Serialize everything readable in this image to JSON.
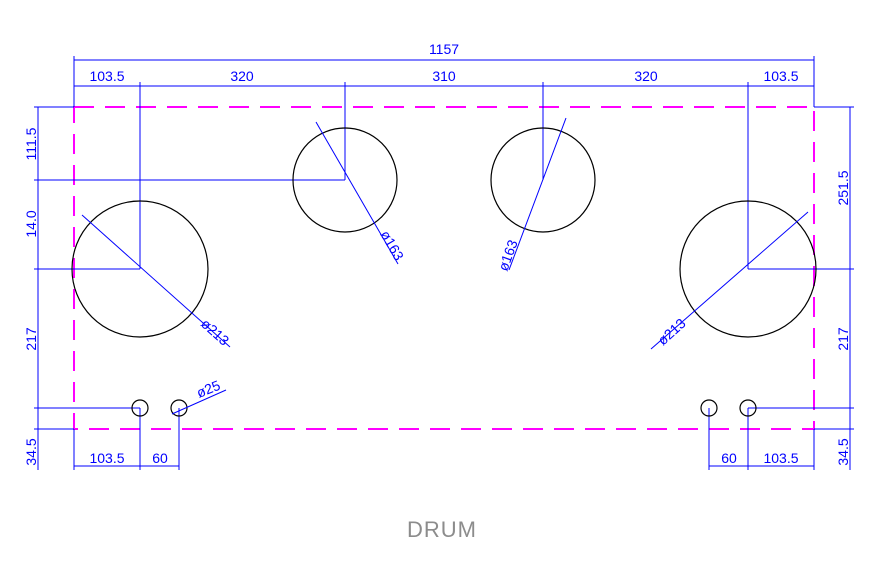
{
  "drawing": {
    "caption": "DRUM",
    "colors": {
      "dimension": "#0000ff",
      "outline": "#ff00ff",
      "holes": "#000000",
      "caption": "#8c8c8c"
    },
    "top_dims": {
      "overall": "1157",
      "seg1": "103.5",
      "seg2": "320",
      "seg3": "310",
      "seg4": "320",
      "seg5": "103.5"
    },
    "left_dims": {
      "d1": "111.5",
      "d2": "14.0",
      "d3": "217",
      "d4": "34.5"
    },
    "right_dims": {
      "d1": "251.5",
      "d2": "217",
      "d3": "34.5"
    },
    "bottom_left_dims": {
      "d1": "103.5",
      "d2": "60"
    },
    "bottom_right_dims": {
      "d1": "60",
      "d2": "103.5"
    },
    "holes": {
      "large_left": "ø213",
      "small_left": "ø163",
      "small_right": "ø163",
      "large_right": "ø213",
      "tiny": "ø25"
    }
  }
}
